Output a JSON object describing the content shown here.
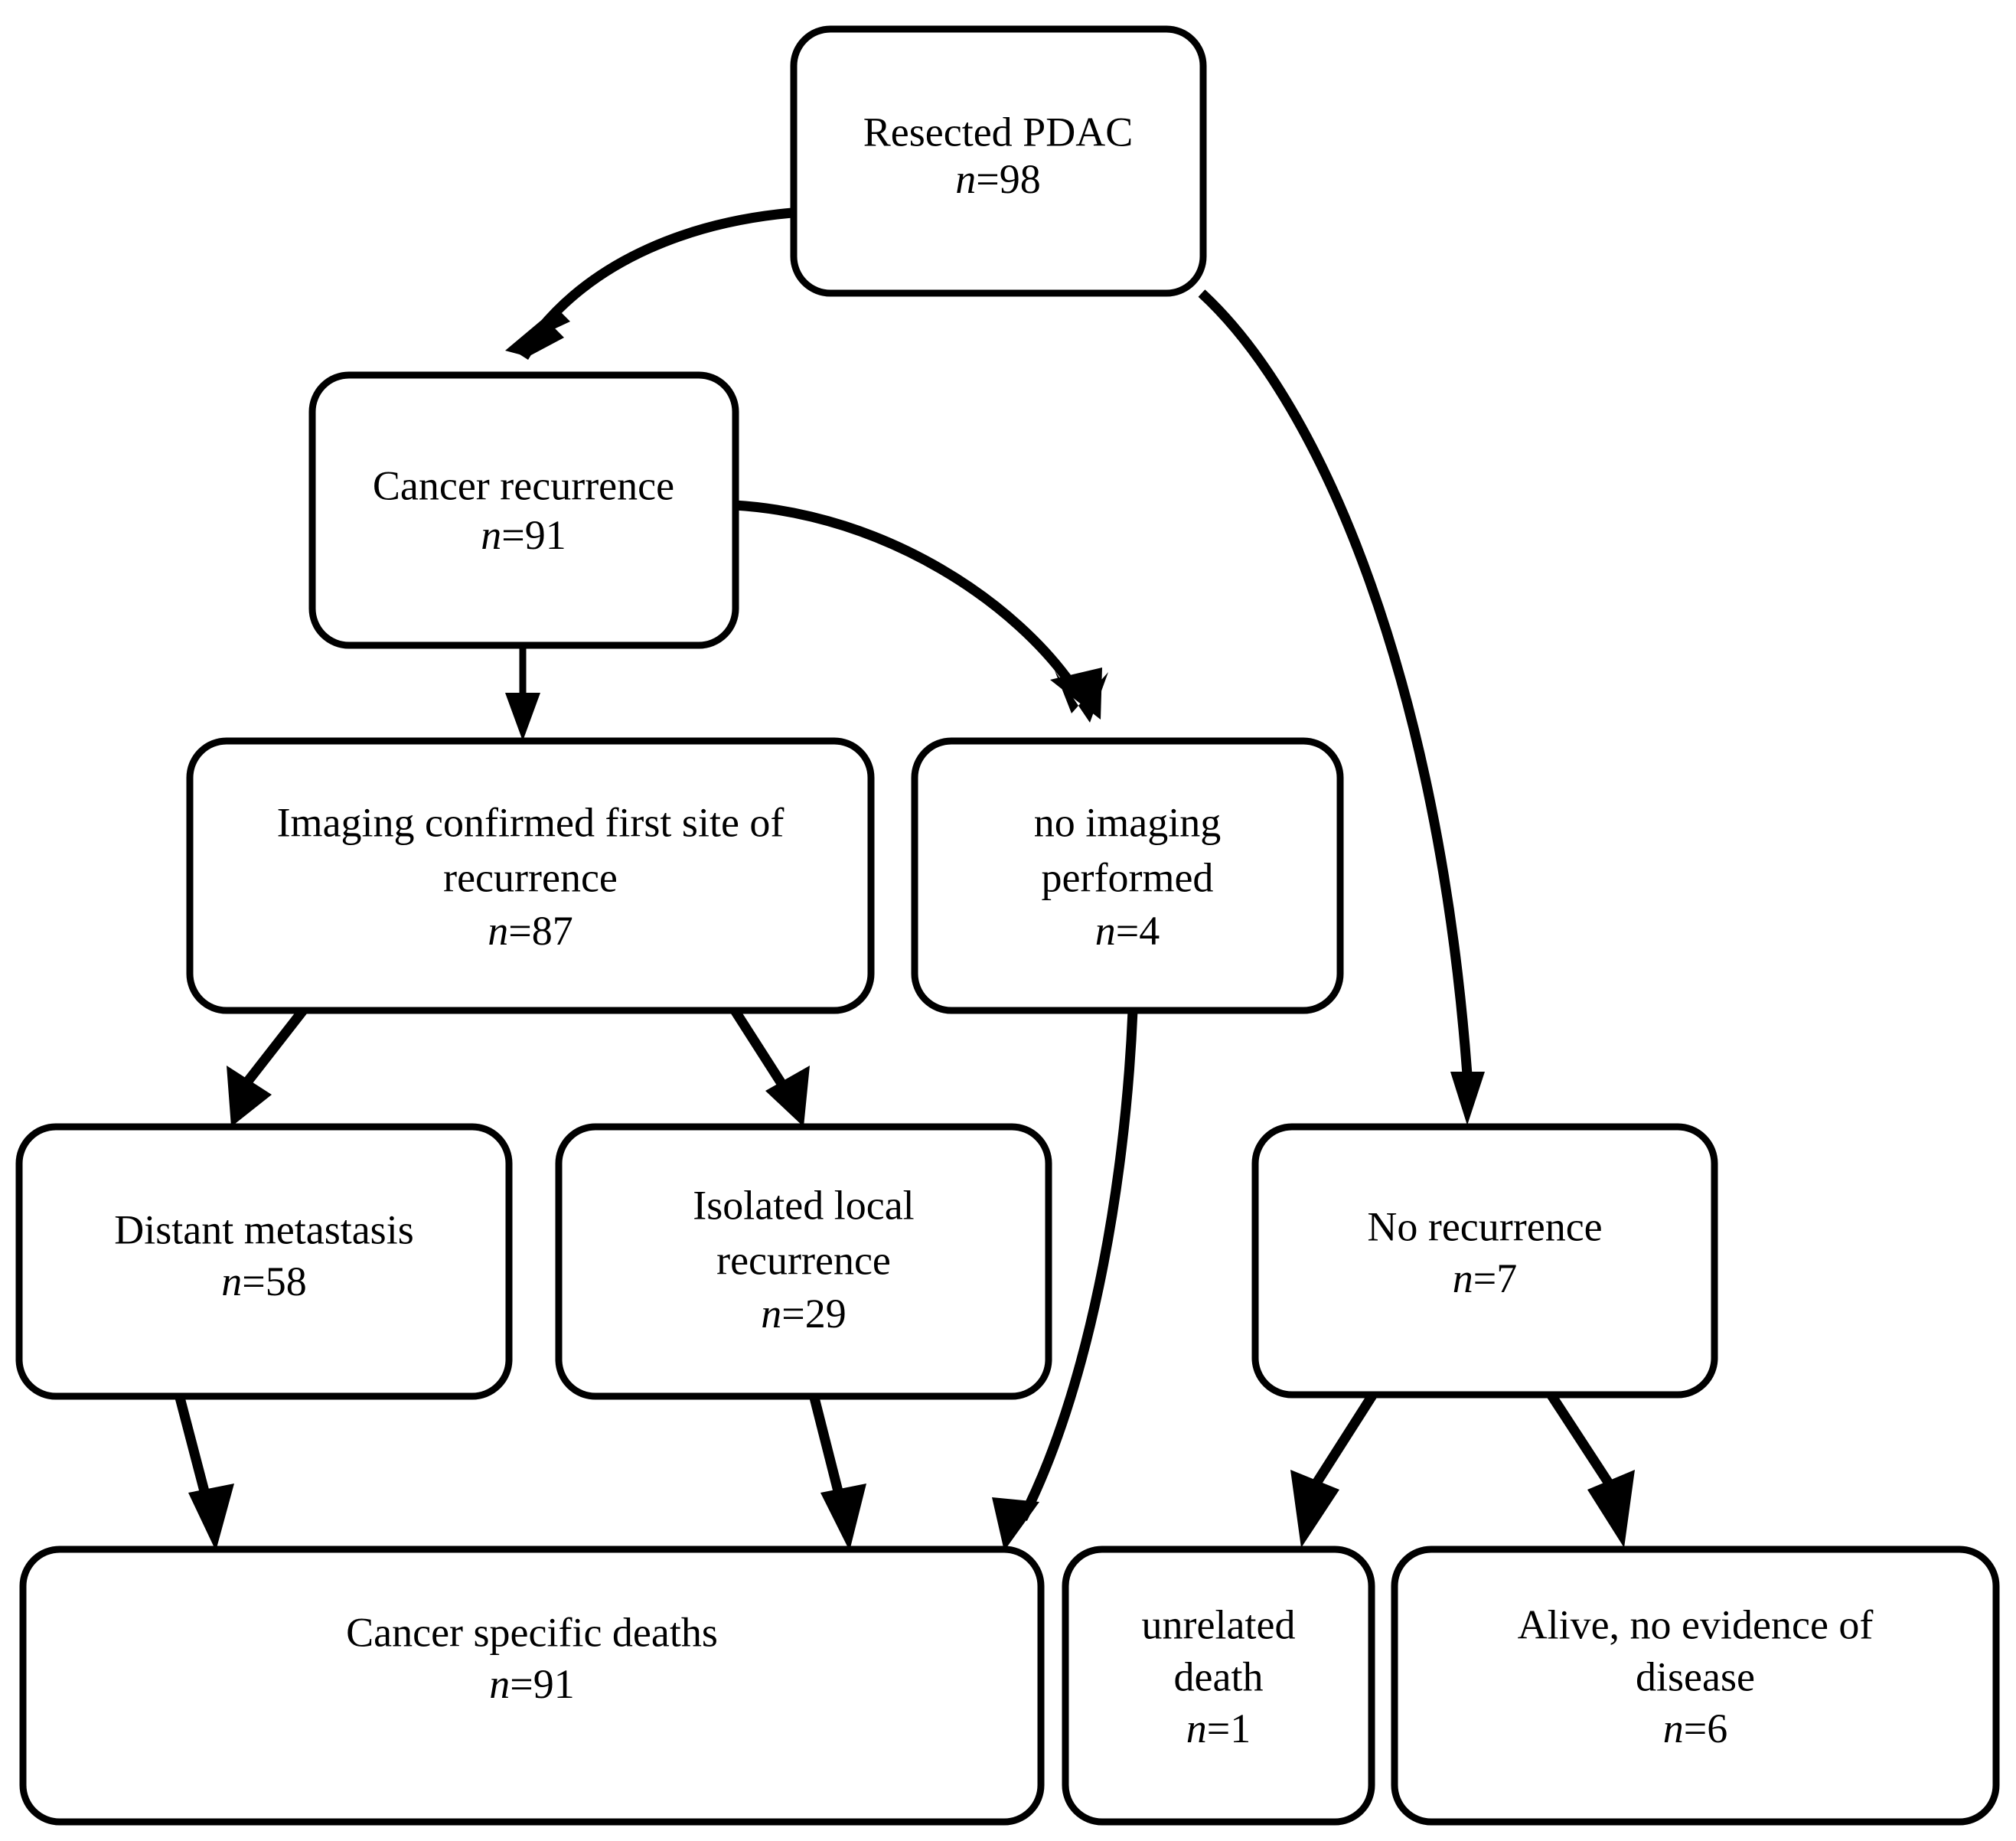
{
  "diagram": {
    "title": "Resected PDAC recurrence and outcome flowchart",
    "type": "flowchart",
    "accent_color": "#000000",
    "background_color": "#ffffff",
    "nodes": [
      {
        "id": "resected-pdac",
        "lines": [
          "Resected PDAC"
        ],
        "n_prefix": "n",
        "n_value": "=98",
        "n_text": "n=98"
      },
      {
        "id": "cancer-recurrence",
        "lines": [
          "Cancer recurrence"
        ],
        "n_prefix": "n",
        "n_value": "=91",
        "n_text": "n=91"
      },
      {
        "id": "imaging-confirmed",
        "lines": [
          "Imaging confirmed first site of",
          "recurrence"
        ],
        "n_prefix": "n",
        "n_value": "=87",
        "n_text": "n=87"
      },
      {
        "id": "no-imaging",
        "lines": [
          "no imaging",
          "performed"
        ],
        "n_prefix": "n",
        "n_value": "=4",
        "n_text": "n=4"
      },
      {
        "id": "distant-metastasis",
        "lines": [
          "Distant metastasis"
        ],
        "n_prefix": "n",
        "n_value": "=58",
        "n_text": "n=58"
      },
      {
        "id": "isolated-local-recurrence",
        "lines": [
          "Isolated local",
          "recurrence"
        ],
        "n_prefix": "n",
        "n_value": "=29",
        "n_text": "n=29"
      },
      {
        "id": "no-recurrence",
        "lines": [
          "No recurrence"
        ],
        "n_prefix": "n",
        "n_value": "=7",
        "n_text": "n=7"
      },
      {
        "id": "cancer-specific-deaths",
        "lines": [
          "Cancer specific deaths"
        ],
        "n_prefix": "n",
        "n_value": "=91",
        "n_text": "n=91"
      },
      {
        "id": "unrelated-death",
        "lines": [
          "unrelated",
          "death"
        ],
        "n_prefix": "n",
        "n_value": "=1",
        "n_text": "n=1"
      },
      {
        "id": "alive-ned",
        "lines": [
          "Alive, no evidence of",
          "disease"
        ],
        "n_prefix": "n",
        "n_value": "=6",
        "n_text": "n=6"
      }
    ],
    "edges": [
      {
        "id": "e1",
        "from": "resected-pdac",
        "to": "cancer-recurrence",
        "style": "curved"
      },
      {
        "id": "e2",
        "from": "resected-pdac",
        "to": "no-recurrence",
        "style": "curved"
      },
      {
        "id": "e3",
        "from": "cancer-recurrence",
        "to": "imaging-confirmed",
        "style": "straight"
      },
      {
        "id": "e4",
        "from": "cancer-recurrence",
        "to": "no-imaging",
        "style": "curved"
      },
      {
        "id": "e5",
        "from": "imaging-confirmed",
        "to": "distant-metastasis",
        "style": "straight"
      },
      {
        "id": "e6",
        "from": "imaging-confirmed",
        "to": "isolated-local-recurrence",
        "style": "straight"
      },
      {
        "id": "e7",
        "from": "no-imaging",
        "to": "cancer-specific-deaths",
        "style": "curved"
      },
      {
        "id": "e8",
        "from": "distant-metastasis",
        "to": "cancer-specific-deaths",
        "style": "straight"
      },
      {
        "id": "e9",
        "from": "isolated-local-recurrence",
        "to": "cancer-specific-deaths",
        "style": "straight"
      },
      {
        "id": "e10",
        "from": "no-recurrence",
        "to": "unrelated-death",
        "style": "straight"
      },
      {
        "id": "e11",
        "from": "no-recurrence",
        "to": "alive-ned",
        "style": "straight"
      }
    ]
  },
  "chart_data": {
    "type": "diagram",
    "title": "Resected PDAC recurrence and outcome flowchart",
    "nodes": [
      {
        "label": "Resected PDAC",
        "n": 98
      },
      {
        "label": "Cancer recurrence",
        "n": 91
      },
      {
        "label": "Imaging confirmed first site of recurrence",
        "n": 87
      },
      {
        "label": "no imaging performed",
        "n": 4
      },
      {
        "label": "Distant metastasis",
        "n": 58
      },
      {
        "label": "Isolated local recurrence",
        "n": 29
      },
      {
        "label": "No recurrence",
        "n": 7
      },
      {
        "label": "Cancer specific deaths",
        "n": 91
      },
      {
        "label": "unrelated death",
        "n": 1
      },
      {
        "label": "Alive, no evidence of disease",
        "n": 6
      }
    ],
    "links": [
      [
        "Resected PDAC",
        "Cancer recurrence"
      ],
      [
        "Resected PDAC",
        "No recurrence"
      ],
      [
        "Cancer recurrence",
        "Imaging confirmed first site of recurrence"
      ],
      [
        "Cancer recurrence",
        "no imaging performed"
      ],
      [
        "Imaging confirmed first site of recurrence",
        "Distant metastasis"
      ],
      [
        "Imaging confirmed first site of recurrence",
        "Isolated local recurrence"
      ],
      [
        "no imaging performed",
        "Cancer specific deaths"
      ],
      [
        "Distant metastasis",
        "Cancer specific deaths"
      ],
      [
        "Isolated local recurrence",
        "Cancer specific deaths"
      ],
      [
        "No recurrence",
        "unrelated death"
      ],
      [
        "No recurrence",
        "Alive, no evidence of disease"
      ]
    ]
  }
}
